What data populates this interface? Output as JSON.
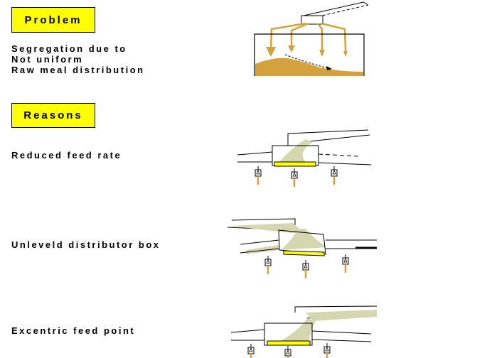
{
  "problem": {
    "heading": "Problem",
    "lines": [
      "Segregation due to",
      "Not uniform",
      "Raw meal distribution"
    ]
  },
  "reasons": {
    "heading": "Reasons",
    "items": [
      "Reduced feed rate",
      "Unleveld distributor box",
      "Excentric feed point"
    ]
  },
  "colors": {
    "highlight": "#ffff00",
    "meal_brown": "#d4a23c",
    "meal_khaki": "#d6d6b0",
    "pipe": "#000000"
  }
}
